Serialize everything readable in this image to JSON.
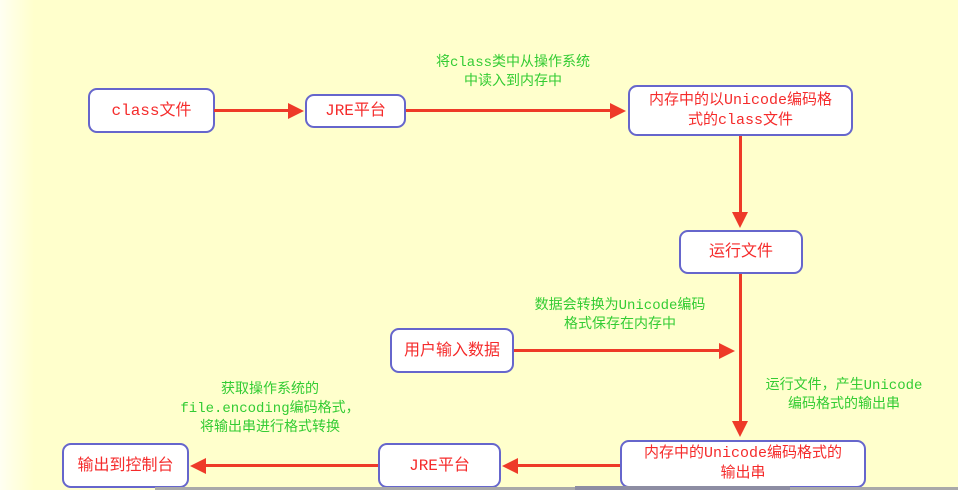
{
  "diagram": {
    "background_color": "#ffffcc",
    "box_border_color": "#6666cc",
    "box_text_color": "#f52b2b",
    "arrow_color": "#ee3a28",
    "annotation_color": "#33cc33"
  },
  "nodes": [
    {
      "id": "class-file",
      "lines": [
        "class文件"
      ]
    },
    {
      "id": "jre-top",
      "lines": [
        "JRE平台"
      ]
    },
    {
      "id": "memory-class",
      "lines": [
        "内存中的以Unicode编码格",
        "式的class文件"
      ]
    },
    {
      "id": "run-file",
      "lines": [
        "运行文件"
      ]
    },
    {
      "id": "user-input",
      "lines": [
        "用户输入数据"
      ]
    },
    {
      "id": "memory-output",
      "lines": [
        "内存中的Unicode编码格式的",
        "输出串"
      ]
    },
    {
      "id": "jre-bottom",
      "lines": [
        "JRE平台"
      ]
    },
    {
      "id": "console-output",
      "lines": [
        "输出到控制台"
      ]
    }
  ],
  "annotations": [
    {
      "id": "read-to-memory",
      "lines": [
        "将class类中从操作系统",
        "中读入到内存中"
      ]
    },
    {
      "id": "convert-unicode",
      "lines": [
        "数据会转换为Unicode编码",
        "格式保存在内存中"
      ]
    },
    {
      "id": "produce-output",
      "lines": [
        "运行文件，产生Unicode",
        "编码格式的输出串"
      ]
    },
    {
      "id": "file-encoding",
      "lines": [
        "获取操作系统的",
        "file.encoding编码格式，",
        "将输出串进行格式转换"
      ]
    }
  ]
}
